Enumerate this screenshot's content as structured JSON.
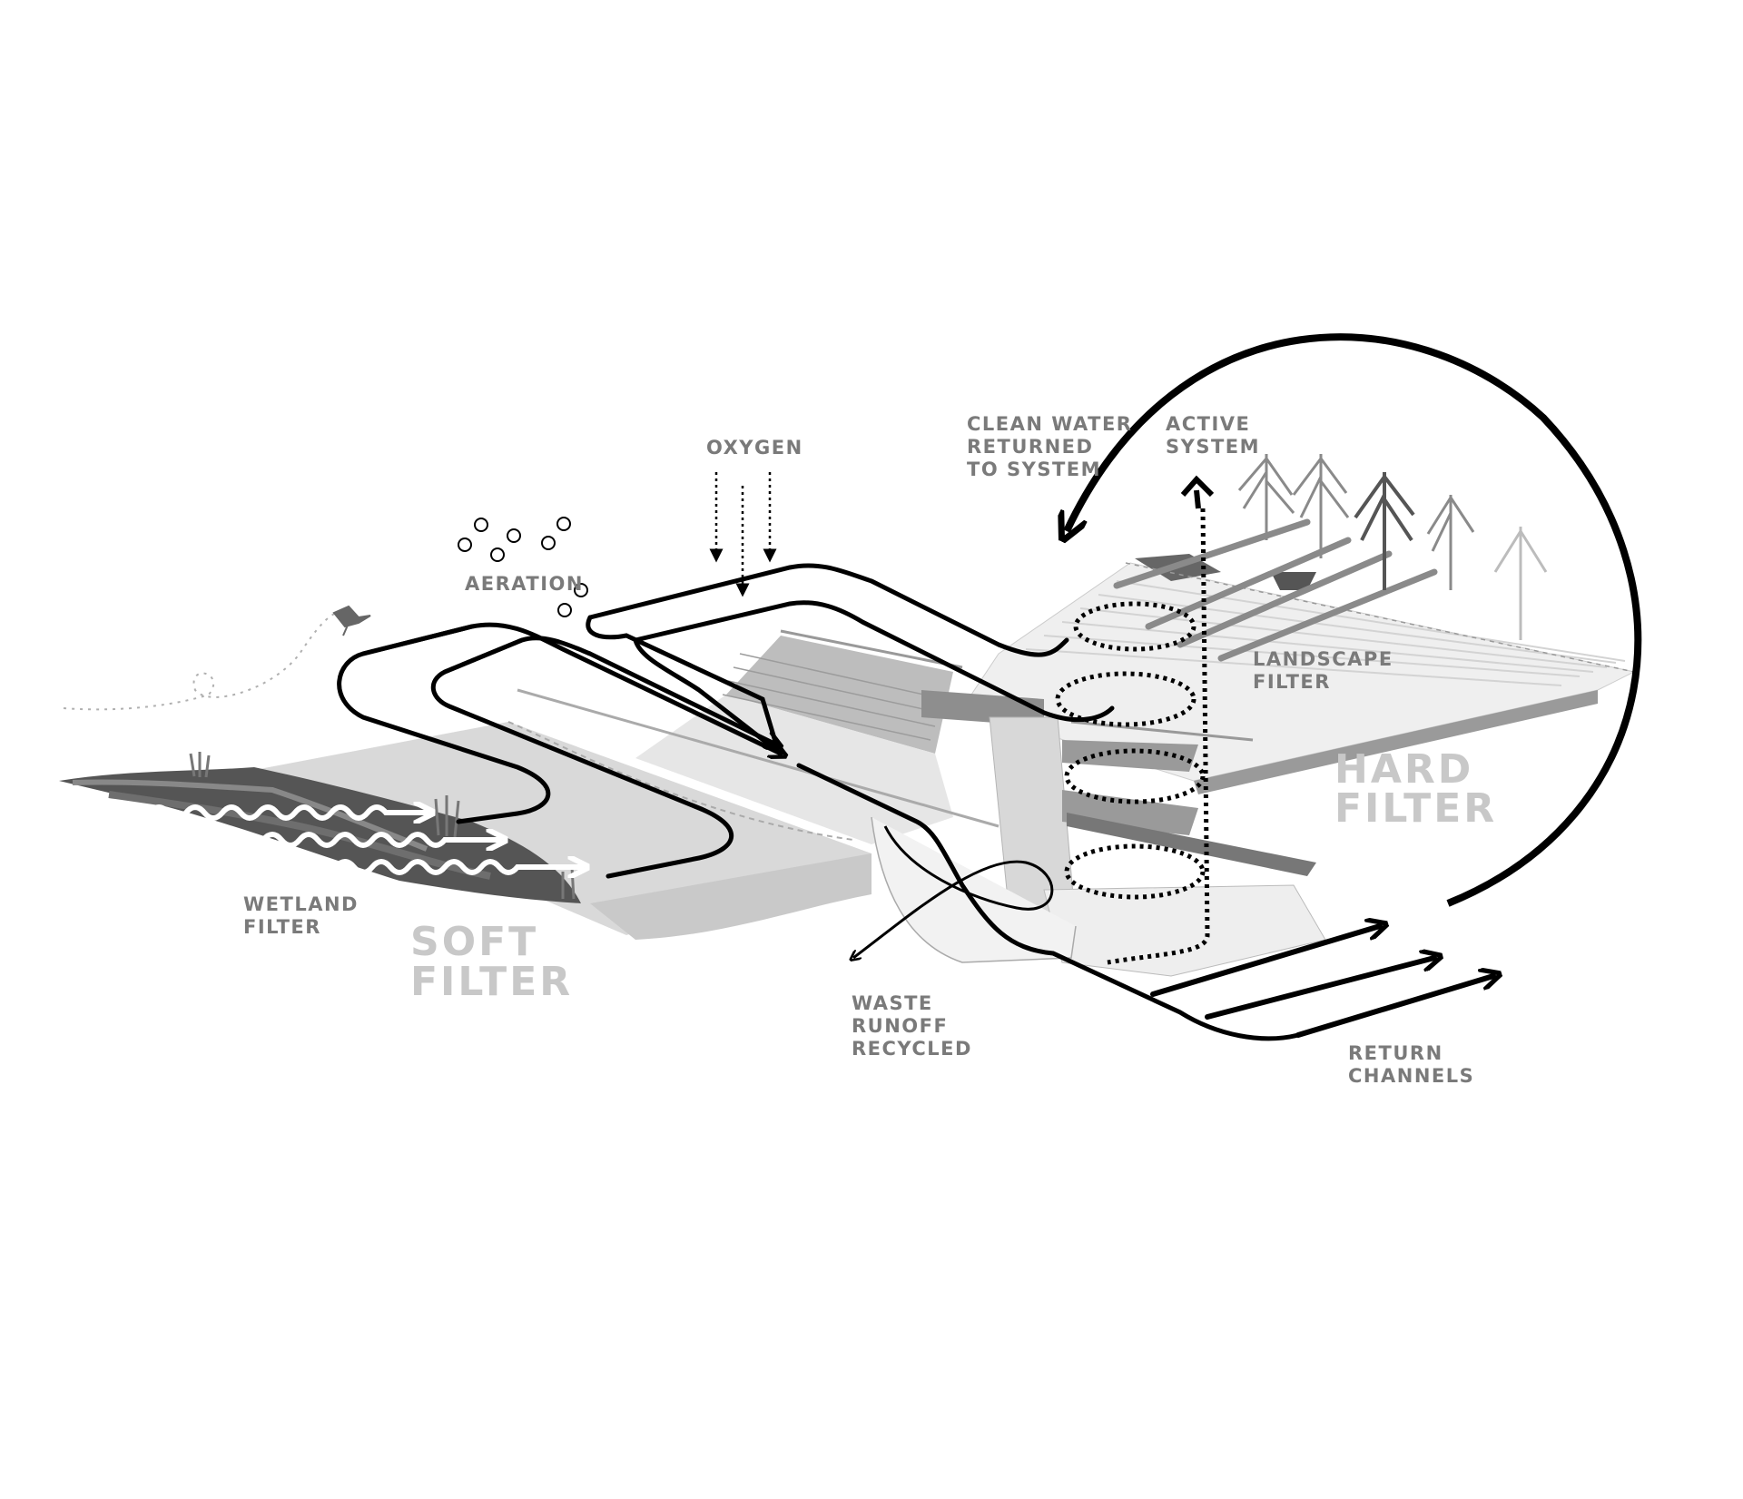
{
  "labels": {
    "oxygen": "OXYGEN",
    "aeration": "AERATION",
    "clean_water": [
      "CLEAN WATER",
      "RETURNED",
      "TO SYSTEM"
    ],
    "active_system": [
      "ACTIVE",
      "SYSTEM"
    ],
    "landscape_filter": [
      "LANDSCAPE",
      "FILTER"
    ],
    "hard_filter": [
      "HARD",
      "FILTER"
    ],
    "wetland_filter": [
      "WETLAND",
      "FILTER"
    ],
    "soft_filter": [
      "SOFT",
      "FILTER"
    ],
    "waste_runoff": [
      "WASTE",
      "RUNOFF",
      "RECYCLED"
    ],
    "return_channels": [
      "RETURN",
      "CHANNELS"
    ]
  },
  "colors": {
    "flow_line": "#000000",
    "label_grey": "#7a7a7a",
    "zone_label_grey": "#c8c8c8",
    "terrain_dark": "#4a4a4a",
    "building_grey": "#9a9a9a"
  },
  "icons": [
    "bird-icon",
    "tree-icon",
    "bubble-icon",
    "arrow-icon"
  ]
}
